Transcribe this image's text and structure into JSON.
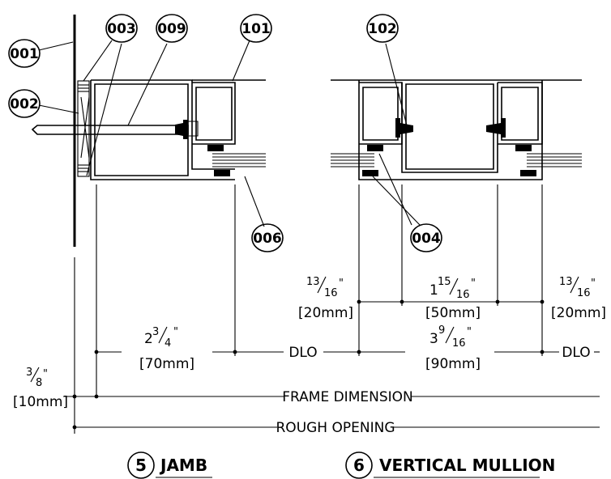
{
  "tags": {
    "t001": "001",
    "t002": "002",
    "t003": "003",
    "t009": "009",
    "t101": "101",
    "t102": "102",
    "t006": "006",
    "t004": "004"
  },
  "dims": {
    "jamb_mid_whole": "2",
    "jamb_mid_num": "3",
    "jamb_mid_den": "4",
    "jamb_mid_mark": "\"",
    "jamb_mid_mm": "[70mm]",
    "left_small_num": "3",
    "left_small_den": "8",
    "left_small_mark": "\"",
    "left_small_mm": "[10mm]",
    "mul_left_num": "13",
    "mul_left_den": "16",
    "mul_left_mark": "\"",
    "mul_left_mm": "[20mm]",
    "mul_mid_whole": "1",
    "mul_mid_num": "15",
    "mul_mid_den": "16",
    "mul_mid_mark": "\"",
    "mul_mid_mm": "[50mm]",
    "mul_right_num": "13",
    "mul_right_den": "16",
    "mul_right_mark": "\"",
    "mul_right_mm": "[20mm]",
    "mul_total_whole": "3",
    "mul_total_num": "9",
    "mul_total_den": "16",
    "mul_total_mark": "\"",
    "mul_total_mm": "[90mm]"
  },
  "labels": {
    "dlo_left": "DLO",
    "dlo_right": "DLO",
    "frame_dimension": "FRAME DIMENSION",
    "rough_opening": "ROUGH OPENING"
  },
  "titles": {
    "jamb_number": "5",
    "jamb_title": "JAMB",
    "mullion_number": "6",
    "mullion_title": "VERTICAL MULLION"
  }
}
